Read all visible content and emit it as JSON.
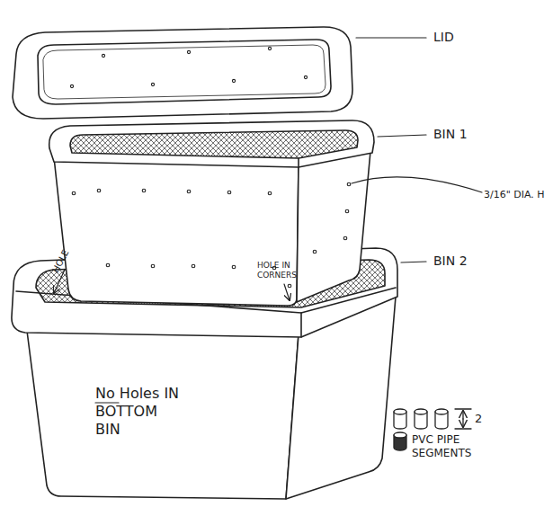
{
  "diagram": {
    "labels": [
      "LID",
      "BIN 1",
      "3/16\" DIA. H",
      "BIN 2",
      "HOLE",
      "HOLE IN CORNERS",
      "No Holes IN BOTTOM BIN",
      "PVC PIPE SEGMENTS",
      "2"
    ]
  }
}
